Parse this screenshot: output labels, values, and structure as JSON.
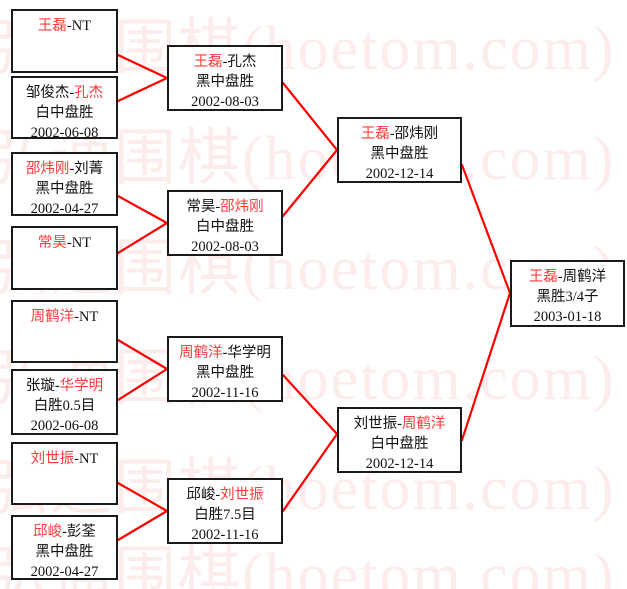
{
  "meta": {
    "watermark_text": "弘通围棋(hoetom.com)",
    "accent_winner_color": "#ff3b3b",
    "text_color": "#111111",
    "box_border_color": "#1a1a1a",
    "connector_color": "#ff0000",
    "background_color": "#ffffff"
  },
  "bracket": {
    "round1": [
      {
        "name": "r1-m1",
        "left": "王磊",
        "sep": "-",
        "right": "NT",
        "left_is_winner": true,
        "right_is_winner": false,
        "result": "",
        "date": ""
      },
      {
        "name": "r1-m2",
        "left": "邹俊杰",
        "sep": "-",
        "right": "孔杰",
        "left_is_winner": false,
        "right_is_winner": true,
        "result": "白中盘胜",
        "date": "2002-06-08"
      },
      {
        "name": "r1-m3",
        "left": "邵炜刚",
        "sep": "-",
        "right": "刘菁",
        "left_is_winner": true,
        "right_is_winner": false,
        "result": "黑中盘胜",
        "date": "2002-04-27"
      },
      {
        "name": "r1-m4",
        "left": "常昊",
        "sep": "-",
        "right": "NT",
        "left_is_winner": true,
        "right_is_winner": false,
        "result": "",
        "date": ""
      },
      {
        "name": "r1-m5",
        "left": "周鹤洋",
        "sep": "-",
        "right": "NT",
        "left_is_winner": true,
        "right_is_winner": false,
        "result": "",
        "date": ""
      },
      {
        "name": "r1-m6",
        "left": "张璇",
        "sep": "-",
        "right": "华学明",
        "left_is_winner": false,
        "right_is_winner": true,
        "result": "白胜0.5目",
        "date": "2002-06-08"
      },
      {
        "name": "r1-m7",
        "left": "刘世振",
        "sep": "-",
        "right": "NT",
        "left_is_winner": true,
        "right_is_winner": false,
        "result": "",
        "date": ""
      },
      {
        "name": "r1-m8",
        "left": "邱峻",
        "sep": "-",
        "right": "彭荃",
        "left_is_winner": true,
        "right_is_winner": false,
        "result": "黑中盘胜",
        "date": "2002-04-27"
      }
    ],
    "round2": [
      {
        "name": "r2-m1",
        "left": "王磊",
        "sep": "-",
        "right": "孔杰",
        "left_is_winner": true,
        "right_is_winner": false,
        "result": "黑中盘胜",
        "date": "2002-08-03"
      },
      {
        "name": "r2-m2",
        "left": "常昊",
        "sep": "-",
        "right": "邵炜刚",
        "left_is_winner": false,
        "right_is_winner": true,
        "result": "白中盘胜",
        "date": "2002-08-03"
      },
      {
        "name": "r2-m3",
        "left": "周鹤洋",
        "sep": "-",
        "right": "华学明",
        "left_is_winner": true,
        "right_is_winner": false,
        "result": "黑中盘胜",
        "date": "2002-11-16"
      },
      {
        "name": "r2-m4",
        "left": "邱峻",
        "sep": "-",
        "right": "刘世振",
        "left_is_winner": false,
        "right_is_winner": true,
        "result": "白胜7.5目",
        "date": "2002-11-16"
      }
    ],
    "round3": [
      {
        "name": "r3-m1",
        "left": "王磊",
        "sep": "-",
        "right": "邵炜刚",
        "left_is_winner": true,
        "right_is_winner": false,
        "result": "黑中盘胜",
        "date": "2002-12-14"
      },
      {
        "name": "r3-m2",
        "left": "刘世振",
        "sep": "-",
        "right": "周鹤洋",
        "left_is_winner": false,
        "right_is_winner": true,
        "result": "白中盘胜",
        "date": "2002-12-14"
      }
    ],
    "final": [
      {
        "name": "final-m1",
        "left": "王磊",
        "sep": "-",
        "right": "周鹤洋",
        "left_is_winner": true,
        "right_is_winner": false,
        "result": "黑胜3/4子",
        "date": "2003-01-18"
      }
    ]
  }
}
